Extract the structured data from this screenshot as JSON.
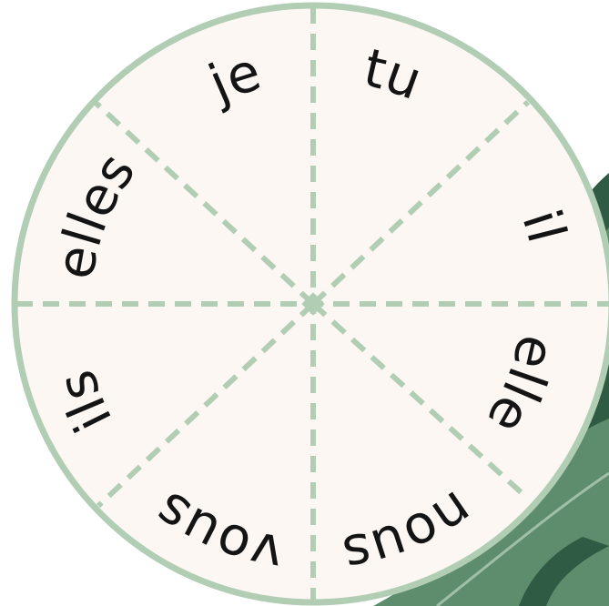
{
  "colors": {
    "background": "#ffffff",
    "wheel_fill": "#fcf7f3",
    "wheel_border": "#b1ceb5",
    "divider": "#b1ceb5",
    "text": "#141414",
    "leaf_dark": "#2f5a44",
    "leaf_mid": "#5d8d6c",
    "leaf_light": "#9fbfa6"
  },
  "wheel": {
    "segments": [
      {
        "label": "tu"
      },
      {
        "label": "il"
      },
      {
        "label": "elle"
      },
      {
        "label": "nous"
      },
      {
        "label": "vous"
      },
      {
        "label": "ils"
      },
      {
        "label": "elles"
      },
      {
        "label": "je"
      }
    ]
  },
  "decoration": {
    "plant": "monstera-leaf"
  }
}
